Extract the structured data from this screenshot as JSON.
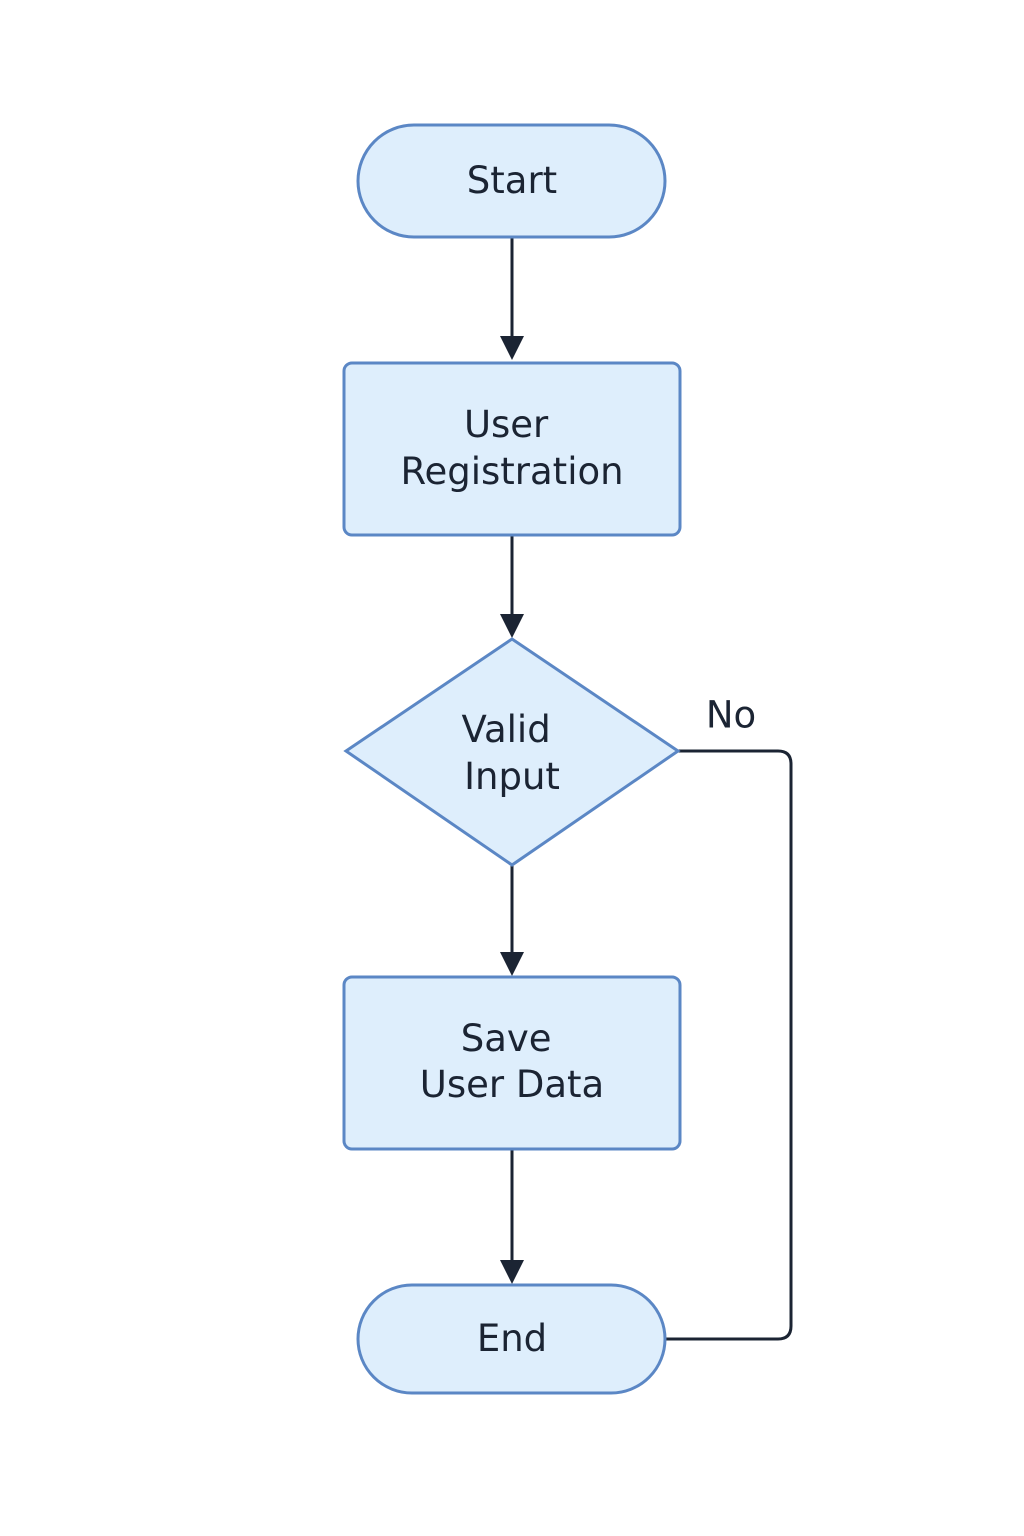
{
  "diagram": {
    "nodes": {
      "start": {
        "lines": [
          "Start"
        ]
      },
      "user_registration": {
        "lines": [
          "User",
          "Registration"
        ]
      },
      "valid_input": {
        "lines": [
          "Valid",
          "Input"
        ]
      },
      "save_user_data": {
        "lines": [
          "Save",
          "User Data"
        ]
      },
      "end": {
        "lines": [
          "End"
        ]
      }
    },
    "edges": {
      "no_label": "No"
    }
  },
  "colors": {
    "node_fill": "#deeefc",
    "node_stroke": "#5b87c5",
    "connector": "#1b2433",
    "text": "#1b2433"
  }
}
